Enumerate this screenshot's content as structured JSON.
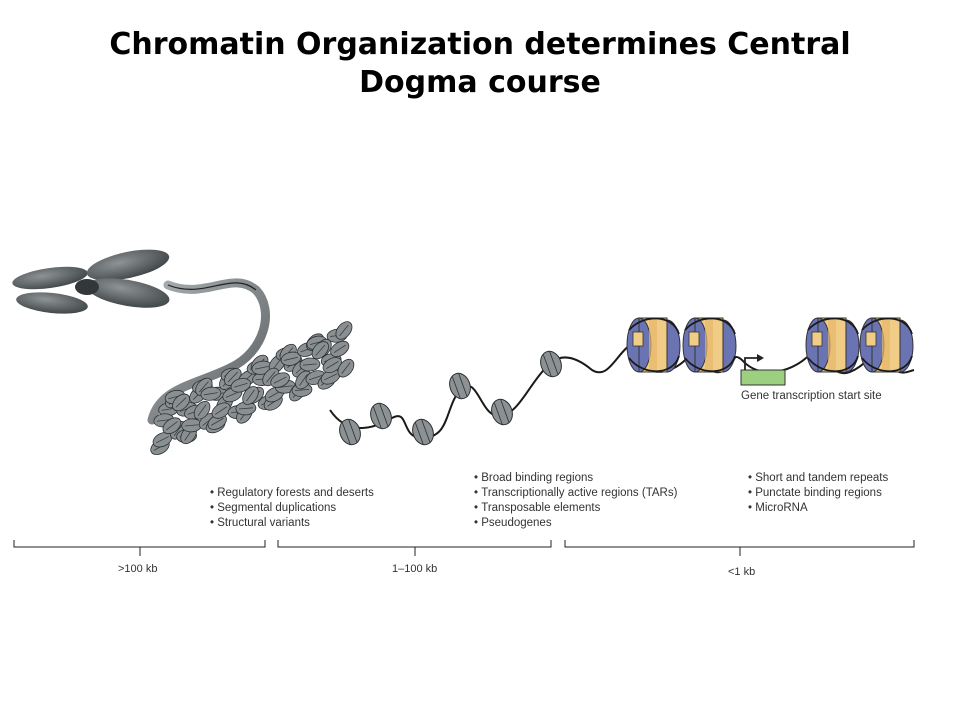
{
  "title": {
    "line1": "Chromatin Organization determines Central",
    "line2": "Dogma course"
  },
  "tss_label": "Gene transcription start site",
  "groups": [
    {
      "items": [
        "Regulatory forests and deserts",
        "Segmental duplications",
        "Structural variants"
      ],
      "scale": ">100 kb"
    },
    {
      "items": [
        "Broad binding regions",
        "Transcriptionally active regions (TARs)",
        "Transposable elements",
        "Pseudogenes"
      ],
      "scale": "1–100 kb"
    },
    {
      "items": [
        "Short and tandem repeats",
        "Punctate binding regions",
        "MicroRNA"
      ],
      "scale": "<1 kb"
    }
  ],
  "colors": {
    "chromatin": "#5f6466",
    "nucleosome_blue": "#6b74b3",
    "nucleosome_tan": "#f1cc86",
    "tss_box": "#9ccf80"
  }
}
